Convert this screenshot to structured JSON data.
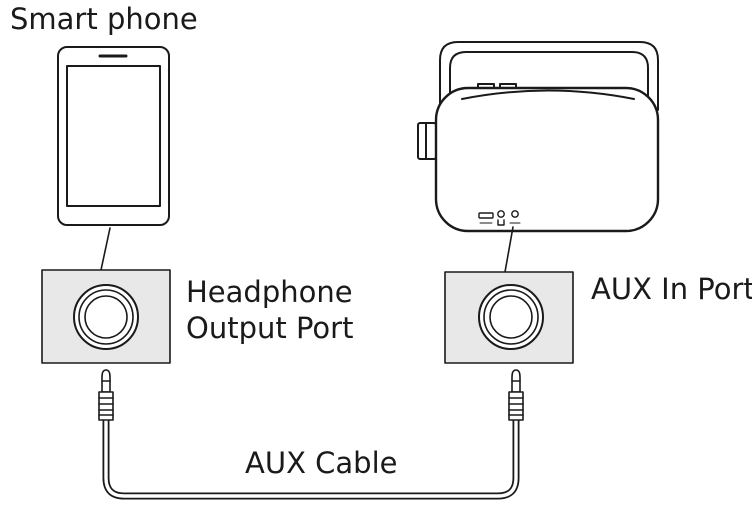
{
  "labels": {
    "smart_phone": "Smart phone",
    "headphone_line1": "Headphone",
    "headphone_line2": "Output Port",
    "aux_in_port": "AUX In Port",
    "aux_cable": "AUX Cable"
  },
  "colors": {
    "stroke": "#1a1a1a",
    "panel_fill": "#e8e8e8",
    "background": "#ffffff"
  }
}
